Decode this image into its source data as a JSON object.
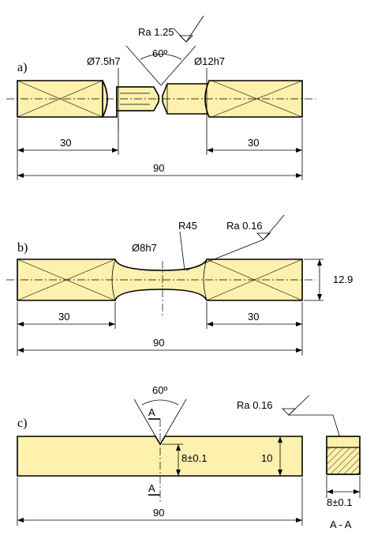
{
  "panels": {
    "a": {
      "label": "a)",
      "ra": "Ra 1.25",
      "angle": "60º",
      "d_small": "Ø7.5h7",
      "d_large": "Ø12h7",
      "dim_left": "30",
      "dim_right": "30",
      "dim_total": "90"
    },
    "b": {
      "label": "b)",
      "radius": "R45",
      "ra": "Ra 0.16",
      "d_neck": "Ø8h7",
      "height": "12.9",
      "dim_left": "30",
      "dim_right": "30",
      "dim_total": "90"
    },
    "c": {
      "label": "c)",
      "angle": "60º",
      "section_mark_top": "A",
      "section_mark_bottom": "A",
      "ligament": "8±0.1",
      "height": "10",
      "dim_total": "90",
      "ra": "Ra 0.16",
      "section_width": "8±0.1",
      "section_name": "A - A"
    }
  },
  "colors": {
    "material": "#fdf1ad",
    "line": "#000000"
  }
}
